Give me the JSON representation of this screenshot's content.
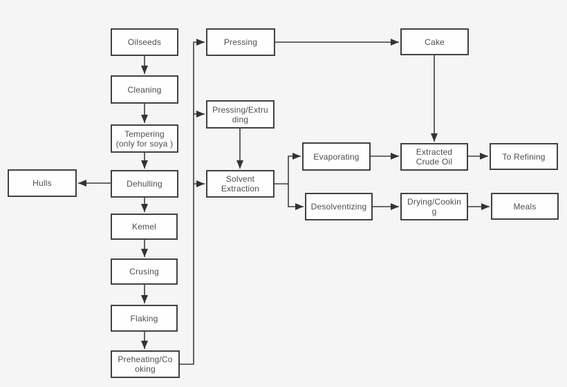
{
  "colors": {
    "background": "#f5f5f6",
    "box_fill": "#fefefe",
    "box_border": "#414141",
    "text": "#4d4d4d",
    "line": "#3d3d3d"
  },
  "nodes": {
    "oilseeds": {
      "label": "Oilseeds"
    },
    "cleaning": {
      "label": "Cleaning"
    },
    "tempering": {
      "label": "Tempering\n(only for soya )"
    },
    "dehulling": {
      "label": "Dehulling"
    },
    "hulls": {
      "label": "Hulls"
    },
    "kemel": {
      "label": "Kemel"
    },
    "crusing": {
      "label": "Crusing"
    },
    "flaking": {
      "label": "Flaking"
    },
    "preheating_cooking": {
      "label": "Preheating/Co\noking"
    },
    "pressing": {
      "label": "Pressing"
    },
    "pressing_extruding": {
      "label": "Pressing/Extru\nding"
    },
    "solvent_extraction": {
      "label": "Solvent\nExtraction"
    },
    "evaporating": {
      "label": "Evaporating"
    },
    "desolventizing": {
      "label": "Desolventizing"
    },
    "cake": {
      "label": "Cake"
    },
    "extracted_crude_oil": {
      "label": "Extracted\nCrude Oil"
    },
    "to_refining": {
      "label": "To Refining"
    },
    "drying_cooking": {
      "label": "Drying/Cookin\ng"
    },
    "meals": {
      "label": "Meals"
    }
  },
  "edges": [
    {
      "from": "oilseeds",
      "to": "cleaning"
    },
    {
      "from": "cleaning",
      "to": "tempering"
    },
    {
      "from": "tempering",
      "to": "dehulling"
    },
    {
      "from": "dehulling",
      "to": "hulls"
    },
    {
      "from": "dehulling",
      "to": "kemel"
    },
    {
      "from": "kemel",
      "to": "crusing"
    },
    {
      "from": "crusing",
      "to": "flaking"
    },
    {
      "from": "flaking",
      "to": "preheating_cooking"
    },
    {
      "from": "preheating_cooking",
      "to": "pressing"
    },
    {
      "from": "preheating_cooking",
      "to": "pressing_extruding"
    },
    {
      "from": "preheating_cooking",
      "to": "solvent_extraction"
    },
    {
      "from": "pressing",
      "to": "cake"
    },
    {
      "from": "cake",
      "to": "extracted_crude_oil"
    },
    {
      "from": "pressing_extruding",
      "to": "solvent_extraction"
    },
    {
      "from": "solvent_extraction",
      "to": "evaporating"
    },
    {
      "from": "solvent_extraction",
      "to": "desolventizing"
    },
    {
      "from": "evaporating",
      "to": "extracted_crude_oil"
    },
    {
      "from": "extracted_crude_oil",
      "to": "to_refining"
    },
    {
      "from": "desolventizing",
      "to": "drying_cooking"
    },
    {
      "from": "drying_cooking",
      "to": "meals"
    }
  ]
}
